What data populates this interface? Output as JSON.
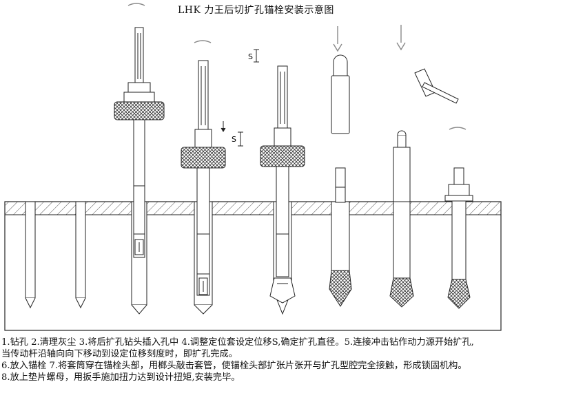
{
  "title": "LHK 力王后切扩孔锚栓安装示意图",
  "labels": {
    "s_left": "S",
    "s_right": "S"
  },
  "steps": [
    "1.钻孔 2.清理灰尘 3.将后扩孔钻头插入孔中 4.调整定位套设定位移S,确定扩孔直径。5.连接冲击钻作动力源开始扩孔,",
    "当传动杆沿轴向向下移动到设定位移刻度时，即扩孔完成。",
    "6.放入锚栓 7.将套筒穿在锚栓头部，用榔头敲击套管，使锚栓头部扩张片张开与扩孔型腔完全接触，形成锁固机构。",
    "8.放上垫片螺母，用扳手施加扭力达到设计扭矩,安装完毕。"
  ],
  "colors": {
    "line": "#222222",
    "hatch": "#444444",
    "arrow": "#888888"
  }
}
